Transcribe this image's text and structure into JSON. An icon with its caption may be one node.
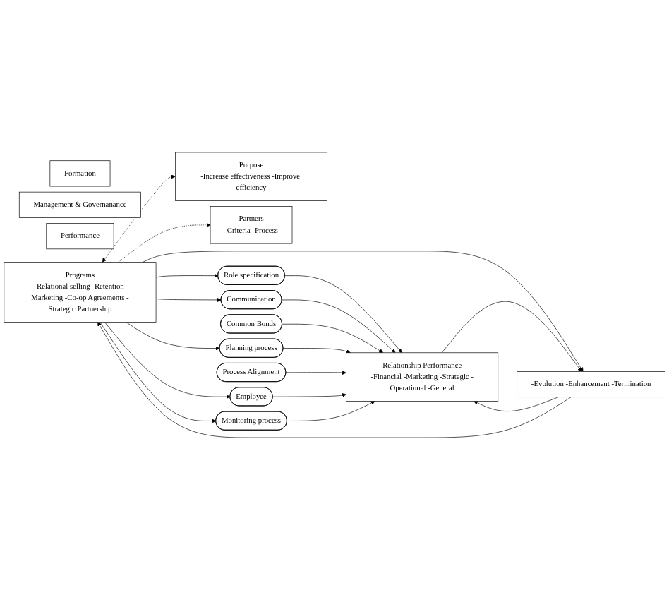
{
  "diagram": {
    "nodes": [
      {
        "text": [
          "Formation"
        ]
      },
      {
        "text": [
          "Management & Governanance"
        ]
      },
      {
        "text": [
          "Performance"
        ]
      },
      {
        "text": [
          "Purpose",
          "-Increase effectiveness -Improve efficiency"
        ]
      },
      {
        "text": [
          "Programs",
          "-Relational selling -Retention Marketing -Co-op Agreements -Strategic Partnership"
        ]
      },
      {
        "text": [
          "Partners",
          "-Criteria -Process"
        ]
      },
      {
        "text": [
          "Role specification"
        ]
      },
      {
        "text": [
          "Communication"
        ]
      },
      {
        "text": [
          "Common Bonds"
        ]
      },
      {
        "text": [
          "Planning process"
        ]
      },
      {
        "text": [
          "Process Alignment"
        ]
      },
      {
        "text": [
          "Employee"
        ]
      },
      {
        "text": [
          "Monitoring process"
        ]
      },
      {
        "text": [
          "-Evolution -Enhancement -Termination"
        ]
      },
      {
        "text": [
          "Relationship Performance",
          "-Financial -Marketing -Strategic -Operational -General"
        ]
      }
    ],
    "edges": [
      {
        "from": 4,
        "to": 3,
        "arrow": "both",
        "style": "dashed"
      },
      {
        "from": 4,
        "to": 5,
        "arrow": "to",
        "style": "dashed"
      },
      {
        "from": 4,
        "to": 6,
        "arrow": "to"
      },
      {
        "from": 4,
        "to": 7,
        "arrow": "to"
      },
      {
        "from": 4,
        "to": 9,
        "arrow": "to"
      },
      {
        "from": 4,
        "to": 11,
        "arrow": "to"
      },
      {
        "from": 4,
        "to": 12,
        "arrow": "to"
      },
      {
        "from": 4,
        "to": 13,
        "arrow": "to"
      },
      {
        "from": 6,
        "to": 14,
        "arrow": "to"
      },
      {
        "from": 7,
        "to": 14,
        "arrow": "to"
      },
      {
        "from": 8,
        "to": 14,
        "arrow": "to"
      },
      {
        "from": 9,
        "to": 14,
        "arrow": "to"
      },
      {
        "from": 10,
        "to": 14,
        "arrow": "to"
      },
      {
        "from": 11,
        "to": 14,
        "arrow": "to"
      },
      {
        "from": 12,
        "to": 14,
        "arrow": "to"
      },
      {
        "from": 13,
        "to": 14,
        "arrow": "to"
      },
      {
        "from": 14,
        "to": 13,
        "arrow": "to"
      },
      {
        "from": 13,
        "to": 4,
        "arrow": "to"
      }
    ]
  }
}
